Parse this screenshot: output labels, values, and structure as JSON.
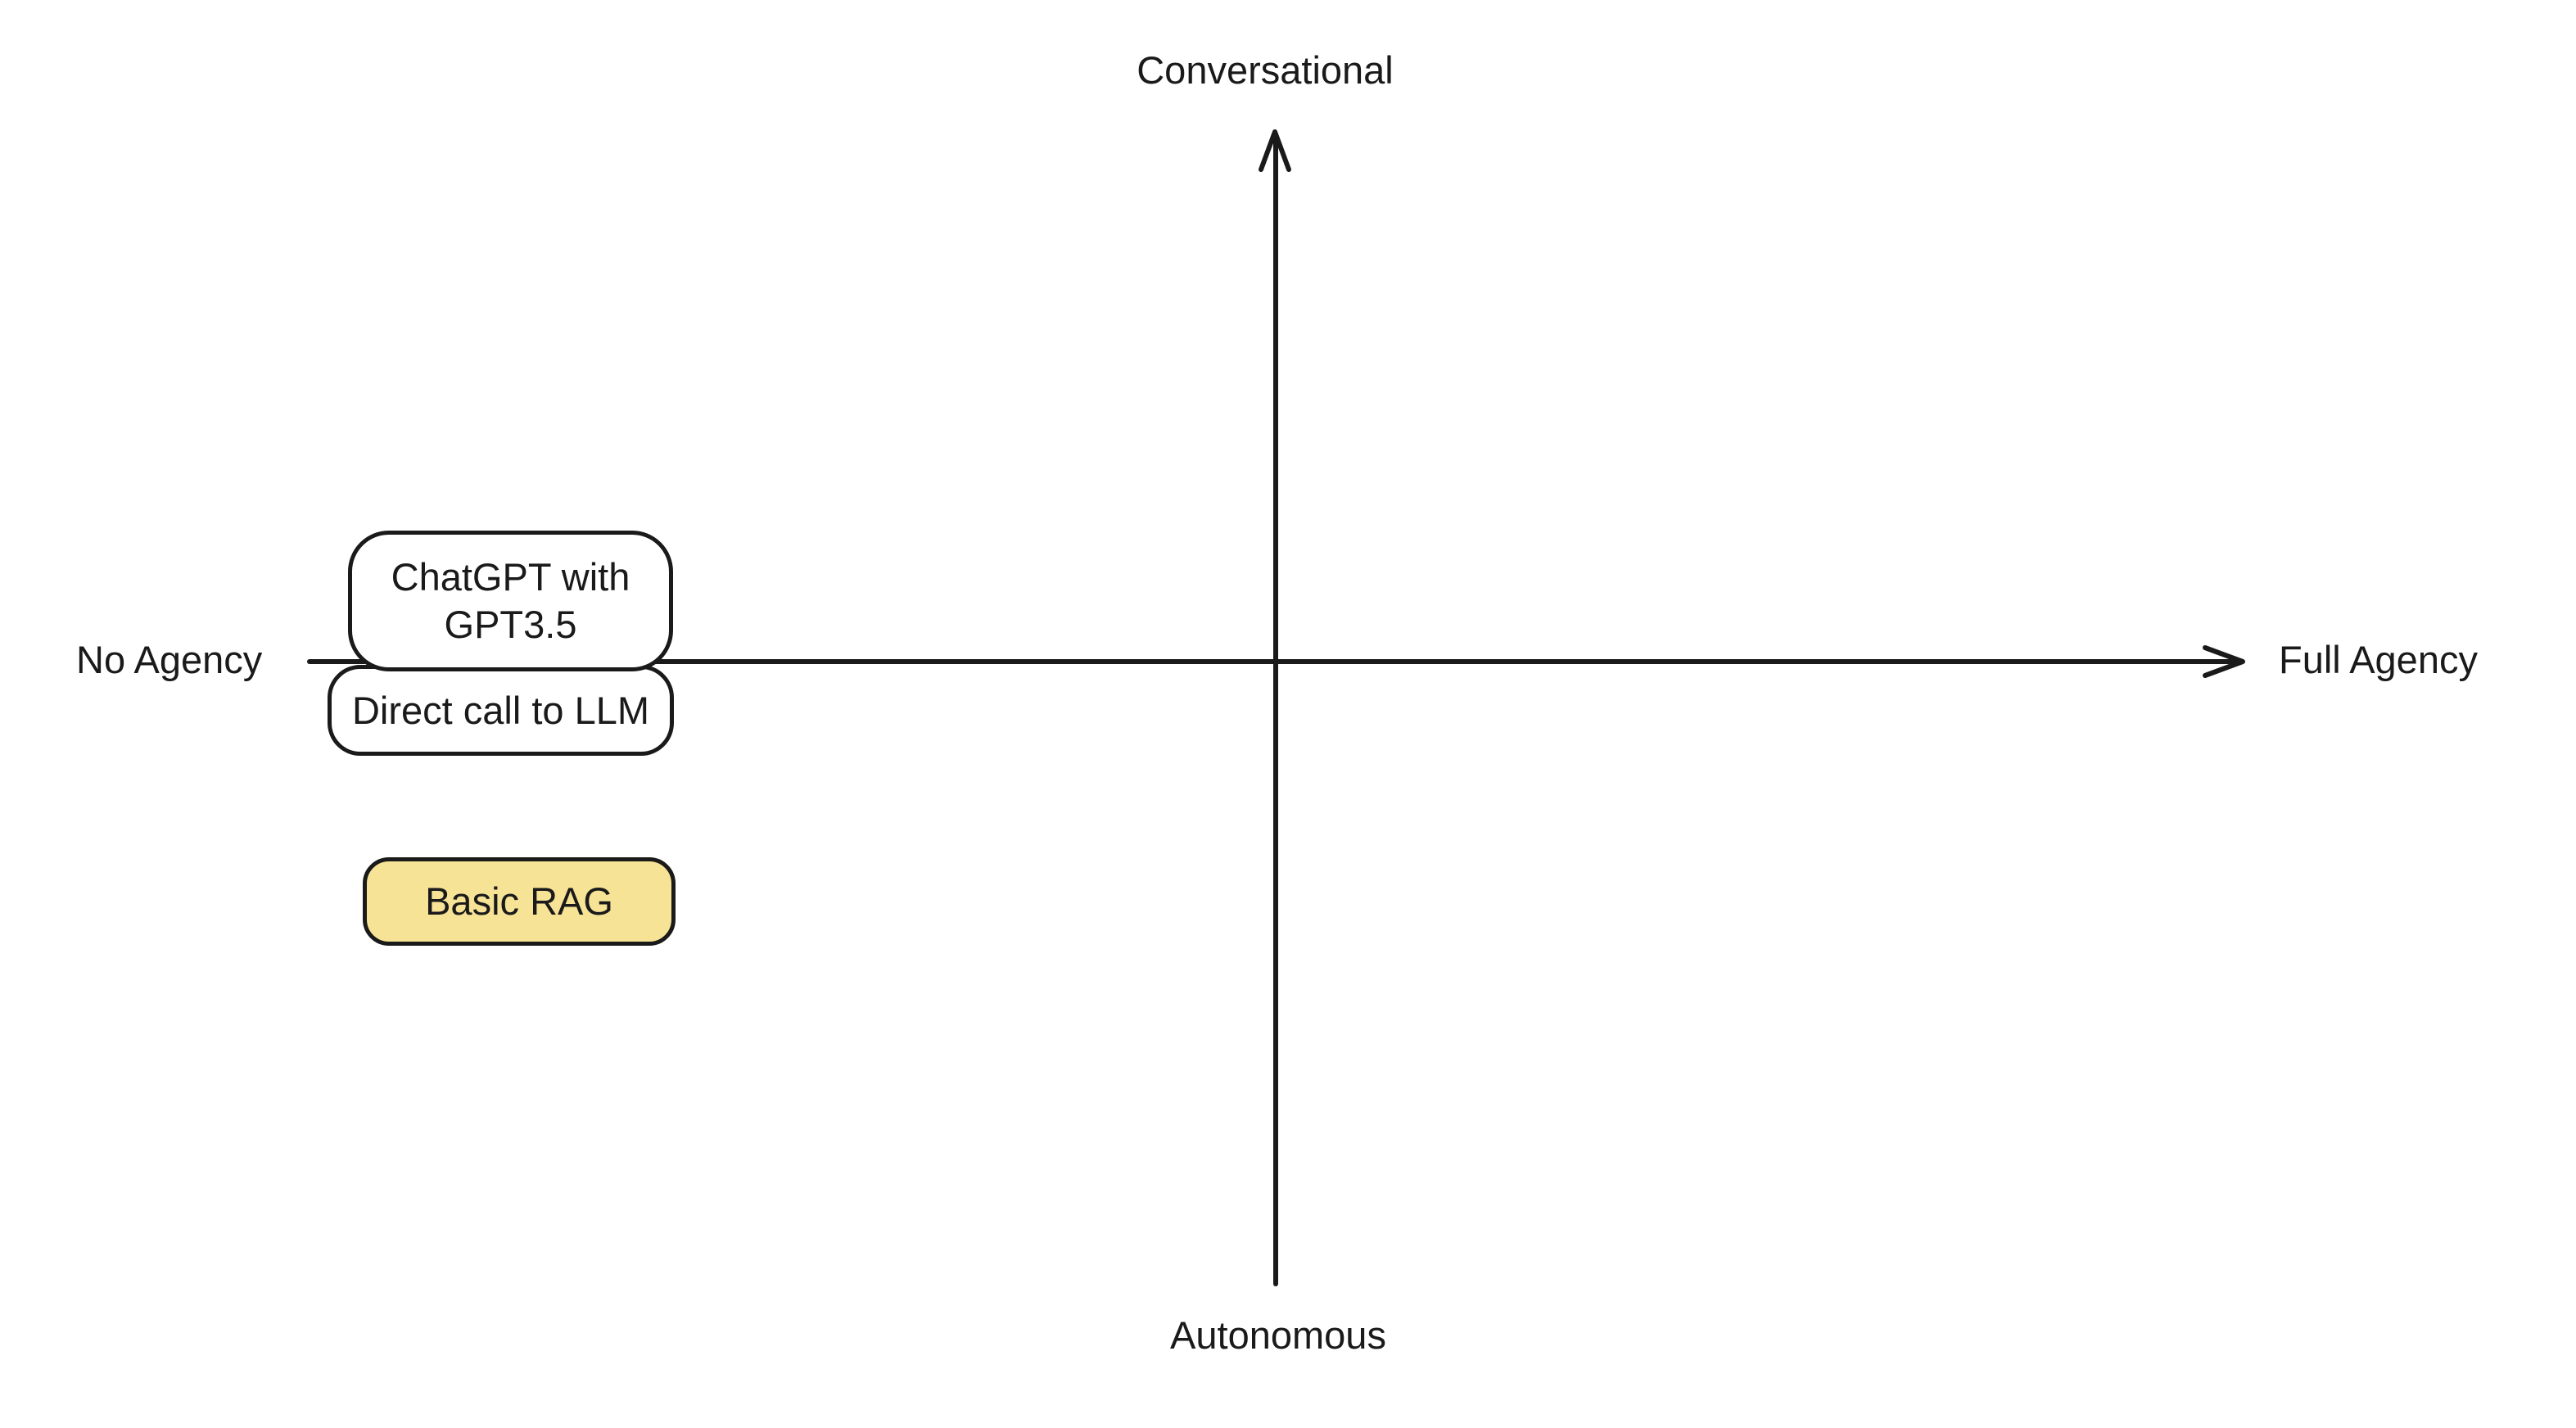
{
  "diagram": {
    "background_color": "#ffffff",
    "stroke_color": "#1a1a1a",
    "text_color": "#1a1a1a",
    "axes": {
      "top_label": "Conversational",
      "bottom_label": "Autonomous",
      "left_label": "No Agency",
      "right_label": "Full Agency"
    },
    "nodes": [
      {
        "id": "chatgpt-with-gpt35",
        "label": "ChatGPT with GPT3.5",
        "fill": "#ffffff",
        "quadrant": "upper-left-on-axis"
      },
      {
        "id": "direct-call-to-llm",
        "label": "Direct call to LLM",
        "fill": "#ffffff",
        "quadrant": "lower-left-on-axis"
      },
      {
        "id": "basic-rag",
        "label": "Basic RAG",
        "fill": "#F7E396",
        "quadrant": "lower-left"
      }
    ]
  }
}
